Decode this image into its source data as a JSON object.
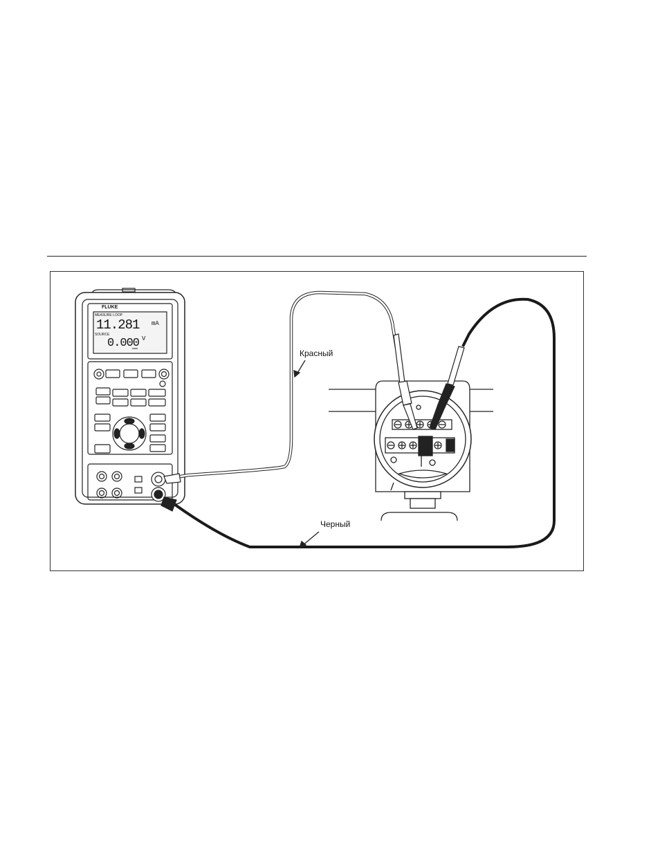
{
  "figure": {
    "labels": {
      "red_lead": "Красный",
      "black_lead": "Черный"
    },
    "meter": {
      "brand": "FLUKE",
      "upper_mode": "MEASURE LOOP",
      "upper_value": "11.281",
      "upper_unit": "mA",
      "lower_mode": "SOURCE",
      "lower_value": "0.000",
      "lower_unit": "V"
    },
    "colors": {
      "line": "#222222",
      "black_lead": "#1a1a1a",
      "red_lead_fill": "#ffffff"
    }
  }
}
